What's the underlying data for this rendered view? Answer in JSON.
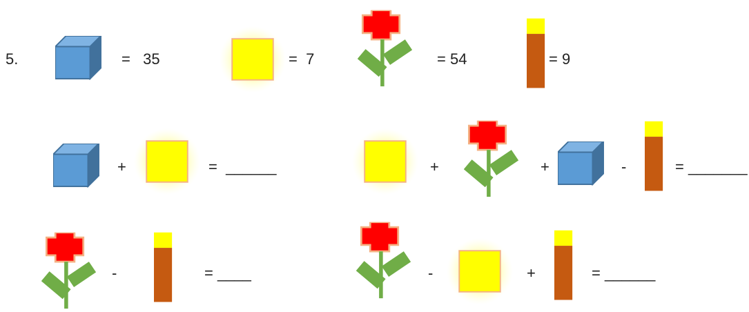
{
  "problem": {
    "number": "5.",
    "key": {
      "cube": {
        "icon": "cube-icon",
        "text": "=   35"
      },
      "sun": {
        "icon": "glowing-square-icon",
        "text": "=  7"
      },
      "flower": {
        "icon": "flower-icon",
        "text": "= 54"
      },
      "candle": {
        "icon": "candle-icon",
        "text": "= 9"
      }
    },
    "equations": [
      {
        "ops": [
          "+"
        ],
        "result": "=  ______"
      },
      {
        "ops": [
          "+",
          "+",
          "-"
        ],
        "result": "= _______"
      },
      {
        "ops": [
          "-"
        ],
        "result": "= ____"
      },
      {
        "ops": [
          "-",
          "+"
        ],
        "result": "= ______"
      }
    ]
  },
  "colors": {
    "cube_front": "#5b9bd5",
    "cube_top": "#7fb3e3",
    "cube_side": "#41719c",
    "square_fill": "#ffff00",
    "square_border": "#f4b183",
    "flower_petals": "#ff0000",
    "flower_border": "#f4b183",
    "leaf": "#70ad47",
    "candle_body": "#c55a11",
    "candle_flame": "#ffff00"
  }
}
